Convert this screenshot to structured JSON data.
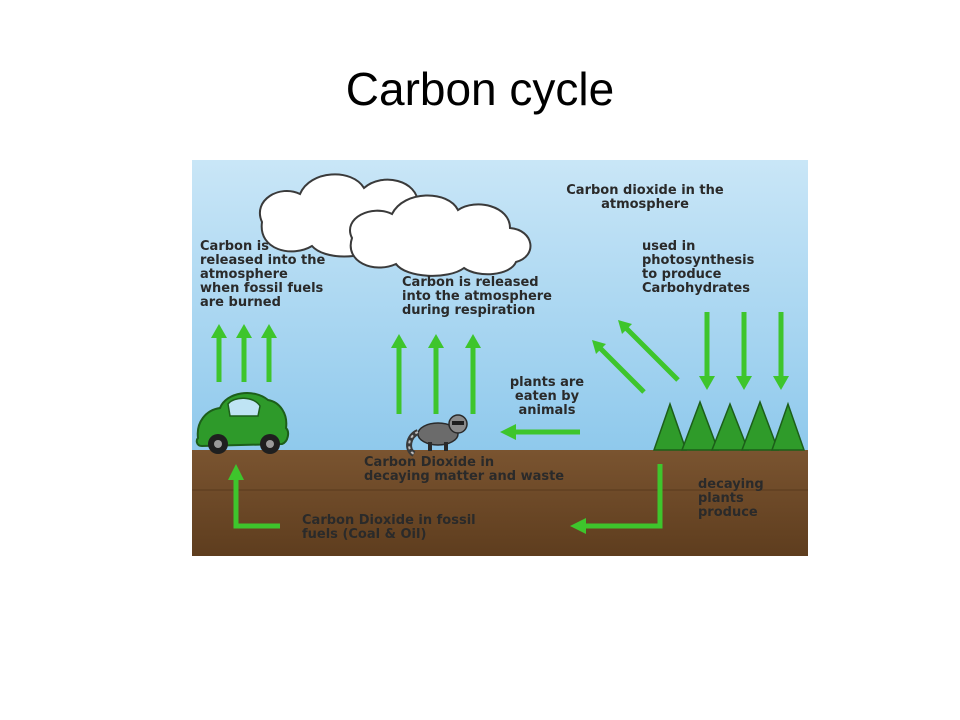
{
  "title": "Carbon cycle",
  "colors": {
    "sky_top": "#8fc9ec",
    "sky_bottom": "#c9e6f7",
    "soil_top": "#7a5430",
    "soil_bottom": "#5e3d1e",
    "arrow_green": "#3ec52c",
    "tree_green": "#2f9b2a",
    "car_green": "#2e9a2a"
  },
  "diagram": {
    "atmosphere": "Carbon dioxide in the\natmosphere",
    "fossil_release": "Carbon is\nreleased into the\natmosphere\nwhen fossil fuels\nare burned",
    "respiration": "Carbon is released\ninto the atmosphere\nduring respiration",
    "photosynthesis": "used in\nphotosynthesis\nto produce\nCarbohydrates",
    "eaten": "plants are\neaten by\nanimals",
    "decaying_matter": "Carbon Dioxide in\ndecaying matter and waste",
    "fossil_fuels": "Carbon Dioxide in fossil\nfuels (Coal & Oil)",
    "decaying_plants": "decaying\nplants\nproduce"
  }
}
